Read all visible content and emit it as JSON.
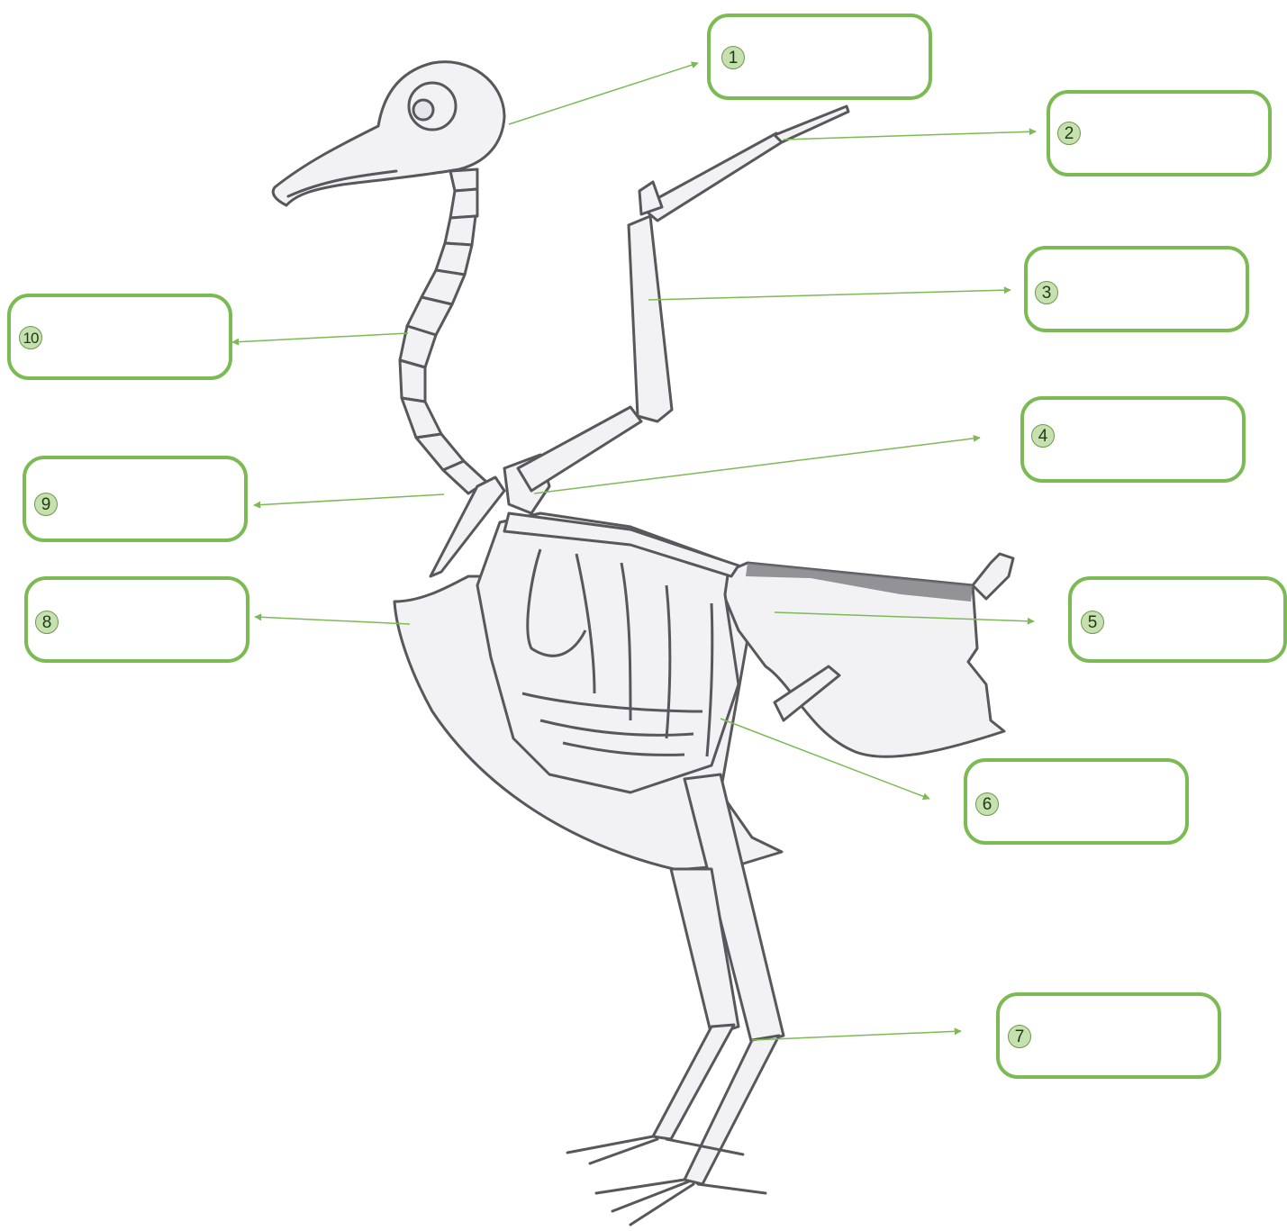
{
  "colors": {
    "box_border": "#7cba54",
    "arrow": "#7cba54",
    "badge_fill": "#c6e0b0",
    "bone_fill": "#f2f2f4",
    "bone_outline": "#58585c",
    "shading": "#7a7a80"
  },
  "labels": [
    {
      "num": "1",
      "text": ""
    },
    {
      "num": "2",
      "text": ""
    },
    {
      "num": "3",
      "text": ""
    },
    {
      "num": "4",
      "text": ""
    },
    {
      "num": "5",
      "text": ""
    },
    {
      "num": "6",
      "text": ""
    },
    {
      "num": "7",
      "text": ""
    },
    {
      "num": "8",
      "text": ""
    },
    {
      "num": "9",
      "text": ""
    },
    {
      "num": "10",
      "text": ""
    }
  ]
}
